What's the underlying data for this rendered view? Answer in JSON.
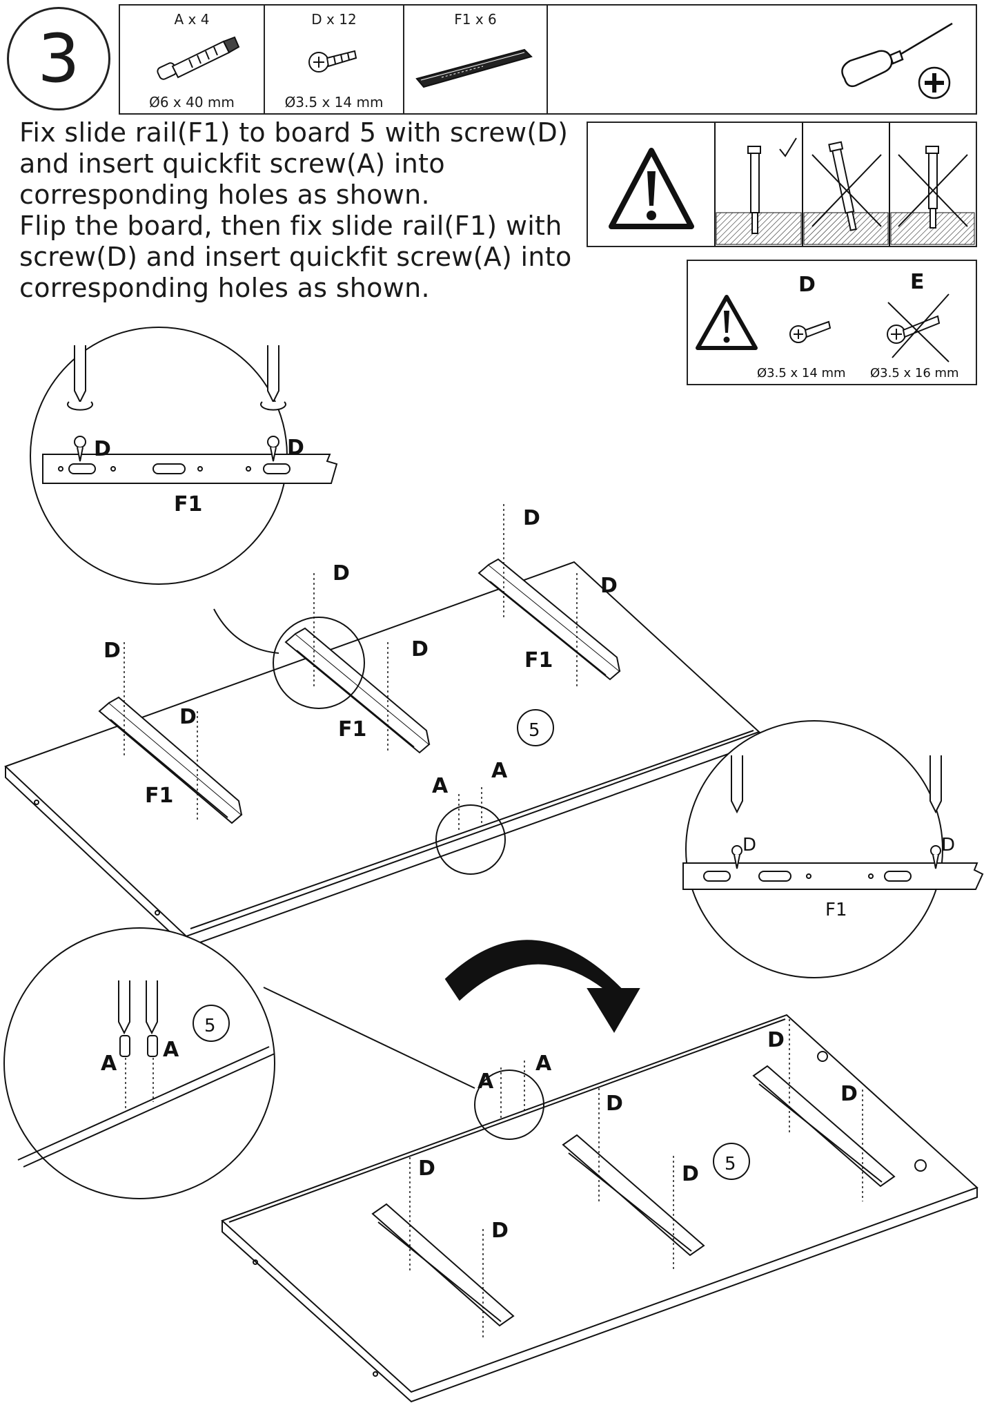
{
  "step": {
    "number": "3"
  },
  "parts": [
    {
      "qty": "A x 4",
      "size": "Ø6 x 40 mm",
      "icon": "quickfit-screw-icon"
    },
    {
      "qty": "D x 12",
      "size": "Ø3.5 x 14 mm",
      "icon": "wood-screw-icon"
    },
    {
      "qty": "F1 x 6",
      "size": "",
      "icon": "slide-rail-icon"
    }
  ],
  "tool": {
    "icon": "phillips-screwdriver-icon"
  },
  "instructions": [
    "Fix slide rail(F1) to board 5 with screw(D)",
    "and insert quickfit screw(A) into",
    "corresponding holes as shown.",
    "Flip the board, then fix slide rail(F1) with",
    "screw(D) and insert quickfit screw(A) into",
    "corresponding holes as shown."
  ],
  "screw_warning": {
    "left_label": "D",
    "right_label": "E",
    "left_size": "Ø3.5 x 14 mm",
    "right_size": "Ø3.5 x 16 mm"
  },
  "labels": {
    "screw": "D",
    "quickfit": "A",
    "rail": "F1",
    "board": "5"
  }
}
